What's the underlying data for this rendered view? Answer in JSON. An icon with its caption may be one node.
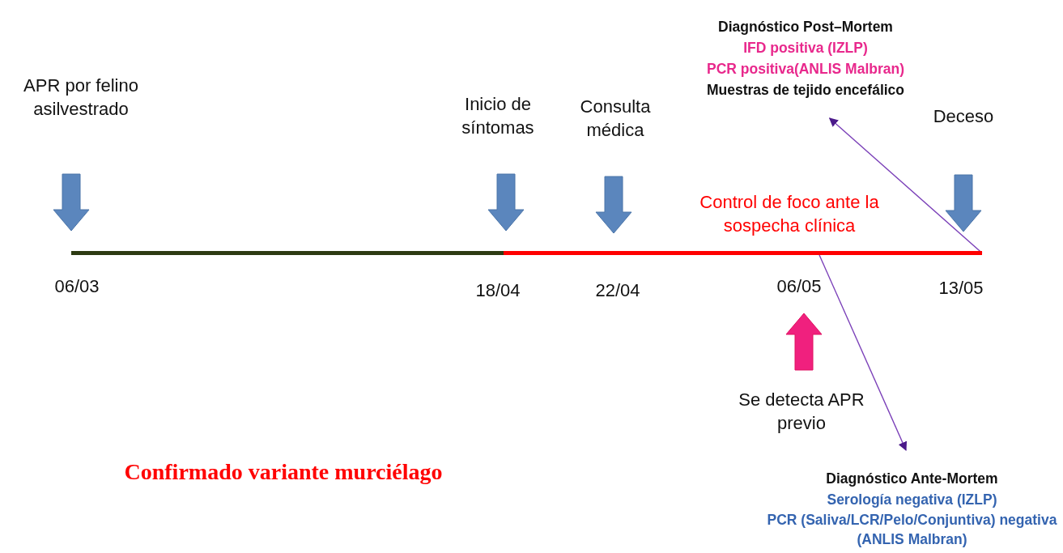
{
  "diagram": {
    "nodes": [
      {
        "text": [
          "Diagnóstico Post–Mortem",
          "IFD positiva (IZLP)",
          "PCR positiva(ANLIS Malbran)",
          "Muestras de tejido encefálico"
        ]
      },
      {
        "text": [],
        "shape": "bar"
      },
      {
        "text": [],
        "shape": "bar"
      },
      {
        "text": [
          "Diagnóstico Ante-Mortem",
          "Serología negativa (IZLP)",
          "PCR (Saliva/LCR/Pelo/Conjuntiva) negativa (ANLIS Malbran)"
        ]
      }
    ],
    "edges": [
      {
        "from": 2,
        "to": 0,
        "arrow": "to"
      },
      {
        "from": 2,
        "to": 3,
        "arrow": "to"
      }
    ],
    "labels": [
      "APR por felino asilvestrado",
      "Inicio de síntomas",
      "Consulta médica",
      "Deceso",
      "Control de foco ante la sospecha clínica",
      "06/03",
      "18/04",
      "22/04",
      "06/05",
      "13/05",
      "Se detecta APR previo",
      "Confirmado variante murciélago"
    ]
  }
}
